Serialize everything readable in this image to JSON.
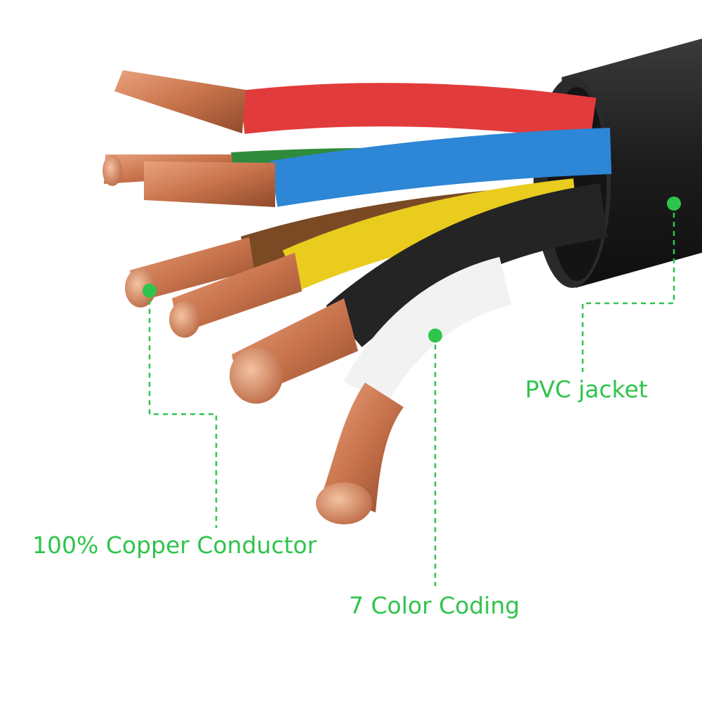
{
  "product_image": {
    "colors": {
      "jacket": "#1f1f1f",
      "copper": "#c8734c",
      "callout": "#2fc44c"
    },
    "wires": [
      {
        "color": "#e23b3b"
      },
      {
        "color": "#2f8a3b"
      },
      {
        "color": "#2d86d6"
      },
      {
        "color": "#7a4a25"
      },
      {
        "color": "#e9cc1e"
      },
      {
        "color": "#242424"
      },
      {
        "color": "#f2f2f2"
      }
    ]
  },
  "callouts": {
    "copper_conductor": "100% Copper Conductor",
    "color_coding": "7 Color Coding",
    "pvc_jacket": "PVC jacket"
  }
}
